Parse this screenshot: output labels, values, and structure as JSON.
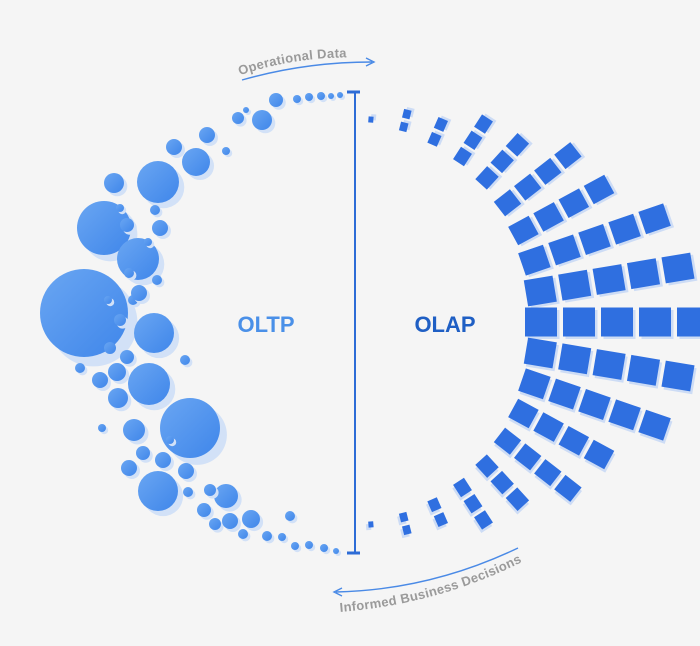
{
  "labels": {
    "oltp": "OLTP",
    "olap": "OLAP",
    "operational": "Operational Data",
    "informed": "Informed Business Decisions"
  },
  "colors": {
    "background": "#f5f5f5",
    "oltp_label": "#4a90e8",
    "olap_label": "#1f5fc4",
    "circle_fill": "#5597ec",
    "circle_shadow": "#d2e1f7",
    "block_fill": "#2f6fe0",
    "block_shadow": "#cddcf5",
    "divider": "#2d6cd6",
    "arrow": "#4a8ae6",
    "arc_text": "#9a9a9a"
  }
}
